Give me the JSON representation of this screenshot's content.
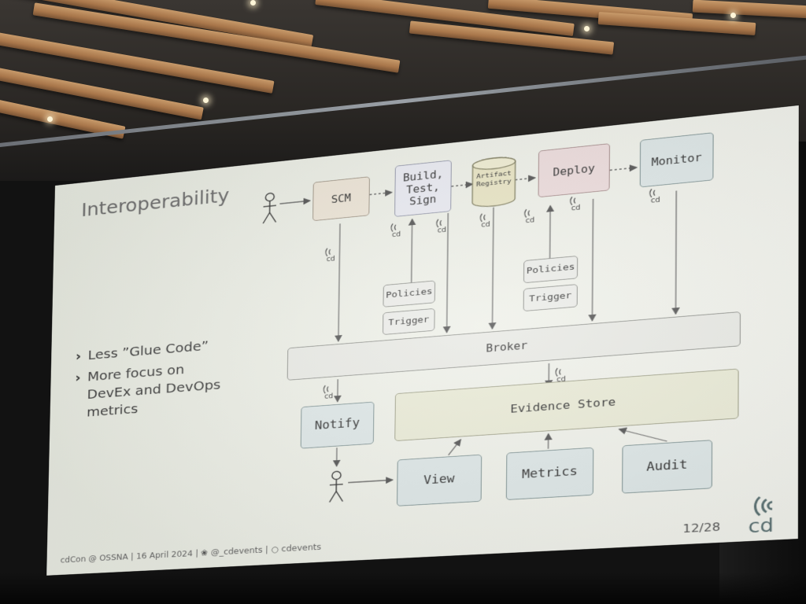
{
  "slide": {
    "title": "Interoperability",
    "bullets": [
      {
        "text": "Less ”Glue Code”"
      },
      {
        "text": "More focus on DevEx and DevOps metrics"
      }
    ],
    "footer": {
      "event": "cdCon @ OSSNA | 16 April 2024 |",
      "twitter_icon": "twitter-bird-icon",
      "twitter_handle": "@_cdevents |",
      "github_icon": "github-icon",
      "github_name": "cdevents"
    },
    "page_number": "12/28",
    "logo_icon": "cdevents-logo"
  },
  "diagram": {
    "nodes": {
      "scm": "SCM",
      "build": "Build,\nTest,\nSign",
      "registry": "Artifact\nRegistry",
      "deploy": "Deploy",
      "monitor": "Monitor",
      "policies_build": "Policies",
      "trigger_build": "Trigger",
      "policies_deploy": "Policies",
      "trigger_deploy": "Trigger",
      "broker": "Broker",
      "notify": "Notify",
      "evidence": "Evidence Store",
      "view": "View",
      "metrics": "Metrics",
      "audit": "Audit"
    },
    "icons": {
      "person": "stick-figure-icon",
      "cdevents": "cdevents-signal-icon"
    }
  },
  "colors": {
    "slide_bg": "#eef0e8",
    "scm": "#ece4d6",
    "build": "#e9eaf1",
    "deploy": "#ecdcdc",
    "teal": "#dde6e6",
    "evidence": "#e9ead6"
  }
}
